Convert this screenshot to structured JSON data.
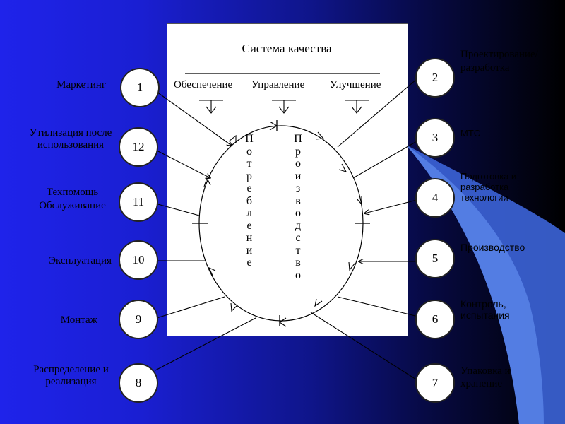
{
  "diagram": {
    "title": "Система качества",
    "columns": [
      "Обеспечение",
      "Управление",
      "Улучшение"
    ],
    "cycle_left": "Потребление",
    "cycle_right": "Производство"
  },
  "stages": [
    {
      "number": "1",
      "label": "Маркетинг"
    },
    {
      "number": "2",
      "label": "Проектирование/ разработка"
    },
    {
      "number": "3",
      "label": "МТС"
    },
    {
      "number": "4",
      "label": "Подготовка и разработка технологии"
    },
    {
      "number": "5",
      "label": "Производство"
    },
    {
      "number": "6",
      "label": "Контроль, испытания"
    },
    {
      "number": "7",
      "label": "Упаковка и хранение"
    },
    {
      "number": "8",
      "label": "Распределение и реализация"
    },
    {
      "number": "9",
      "label": "Монтаж"
    },
    {
      "number": "10",
      "label": "Эксплуатация"
    },
    {
      "number": "11",
      "label": "Техпомощь Обслуживание"
    },
    {
      "number": "12",
      "label": "Утилизация после использования"
    }
  ]
}
